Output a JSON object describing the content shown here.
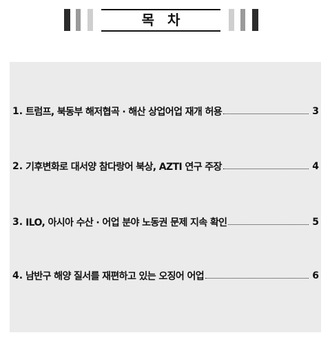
{
  "header": {
    "title": "목 차"
  },
  "toc": {
    "entries": [
      {
        "number": "1.",
        "text": "트럼프, 북동부 해저협곡 · 해산 상업어업 재개 허용",
        "page": "3"
      },
      {
        "number": "2.",
        "text": "기후변화로 대서양 참다랑어 북상, AZTI 연구 주장",
        "page": "4"
      },
      {
        "number": "3.",
        "text": "ILO, 아시아 수산 · 어업 분야 노동권 문제 지속 확인",
        "page": "5"
      },
      {
        "number": "4.",
        "text": "남반구 해양 질서를 재편하고 있는 오징어 어업",
        "page": "6"
      }
    ]
  },
  "colors": {
    "box_background": "#ebebeb",
    "bar_dark": "#2b2b2b",
    "bar_mid": "#9a9a9a",
    "bar_light": "#cfcfcf"
  }
}
